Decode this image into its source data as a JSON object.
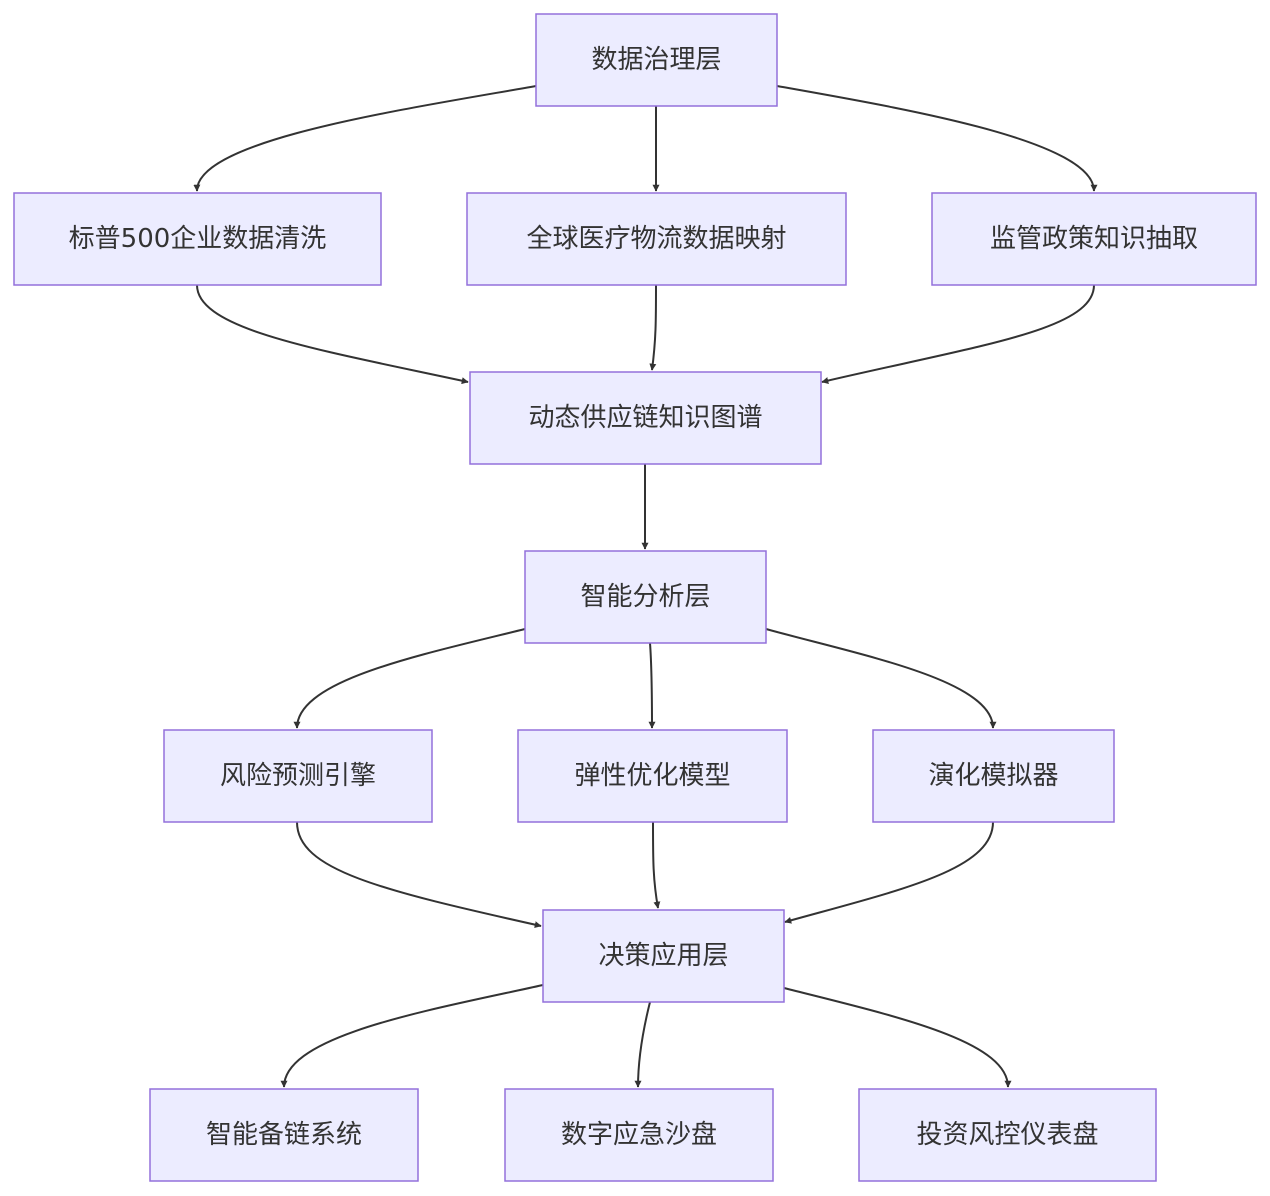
{
  "nodes": {
    "data_layer": "数据治理层",
    "sp500": "标普500企业数据清洗",
    "logistics": "全球医疗物流数据映射",
    "policy": "监管政策知识抽取",
    "kg": "动态供应链知识图谱",
    "ai_layer": "智能分析层",
    "risk": "风险预测引擎",
    "elastic": "弹性优化模型",
    "evo": "演化模拟器",
    "decision": "决策应用层",
    "backup": "智能备链系统",
    "sandbox": "数字应急沙盘",
    "invest": "投资风控仪表盘"
  },
  "edges": [
    {
      "from": "data_layer",
      "to": "sp500"
    },
    {
      "from": "data_layer",
      "to": "logistics"
    },
    {
      "from": "data_layer",
      "to": "policy"
    },
    {
      "from": "sp500",
      "to": "kg"
    },
    {
      "from": "logistics",
      "to": "kg"
    },
    {
      "from": "policy",
      "to": "kg"
    },
    {
      "from": "kg",
      "to": "ai_layer"
    },
    {
      "from": "ai_layer",
      "to": "risk"
    },
    {
      "from": "ai_layer",
      "to": "elastic"
    },
    {
      "from": "ai_layer",
      "to": "evo"
    },
    {
      "from": "risk",
      "to": "decision"
    },
    {
      "from": "elastic",
      "to": "decision"
    },
    {
      "from": "evo",
      "to": "decision"
    },
    {
      "from": "decision",
      "to": "backup"
    },
    {
      "from": "decision",
      "to": "sandbox"
    },
    {
      "from": "decision",
      "to": "invest"
    }
  ],
  "colors": {
    "node_fill": "#ececff",
    "node_border": "#9370db",
    "edge": "#333333",
    "text": "#333333"
  }
}
